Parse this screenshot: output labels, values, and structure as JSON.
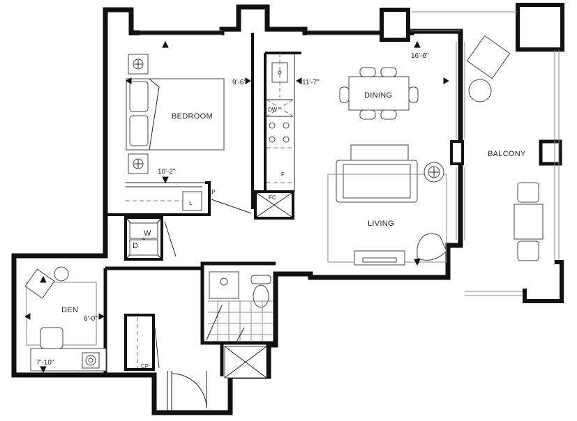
{
  "rooms": {
    "bedroom": "BEDROOM",
    "dining": "DINING",
    "living": "LIVING",
    "balcony": "BALCONY",
    "den": "DEN"
  },
  "dimensions": {
    "bedroom_width": "9'-6\"",
    "bedroom_depth": "10'-2\"",
    "kitchen_dim": "11'-7\"",
    "living_width": "16'-6\"",
    "den_width": "6'-0\"",
    "den_depth": "7'-10\""
  },
  "fixtures": {
    "dishwasher": "DW",
    "fridge": "F",
    "fan_coil": "FC",
    "electrical_panel": "EP",
    "linen": "L",
    "washer": "W",
    "dryer": "D",
    "closet_pantry": "CP"
  }
}
